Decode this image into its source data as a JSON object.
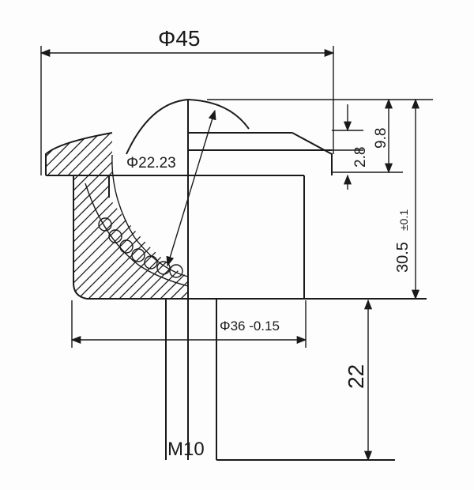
{
  "dimensions": {
    "outer_diameter": "Φ45",
    "ball_diameter": "Φ22.23",
    "stud_diameter": "Φ36 -0.15",
    "ball_projection": "9.8",
    "flange_thickness": "2.8",
    "total_height": "30.5",
    "total_height_tolerance": "±0.1",
    "stud_length": "22",
    "thread": "M10"
  },
  "colors": {
    "line": "#1a1a1a",
    "background": "#fdfdfd"
  }
}
